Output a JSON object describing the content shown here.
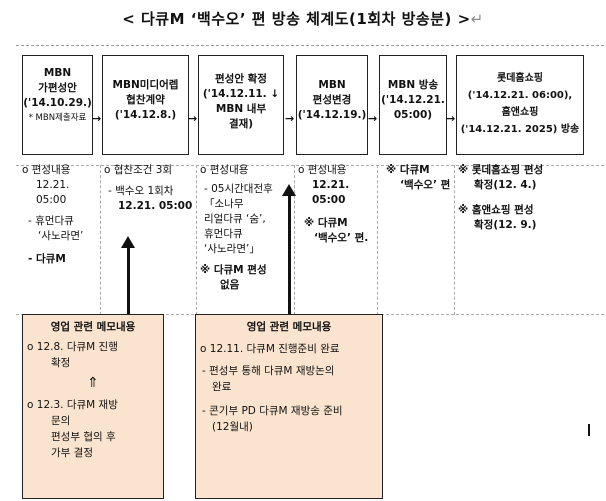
{
  "title": "< 다큐M ‘백수오’ 편 방송 체계도(1회차 방송분) >",
  "para_mark": "↵",
  "boxes": [
    {
      "lines": [
        "MBN",
        "가편성안",
        "('14.10.29.)"
      ],
      "note": "* MBN제출자료"
    },
    {
      "lines": [
        "MBN미디어렙",
        "협찬계약",
        "('14.12.8.)"
      ]
    },
    {
      "lines": [
        "편성안 확정",
        "('14.12.11. ↓",
        "MBN 내부",
        "결재)"
      ]
    },
    {
      "lines": [
        "MBN",
        "편성변경",
        "('14.12.19.)"
      ]
    },
    {
      "lines": [
        "MBN 방송",
        "('14.12.21.",
        "05:00)"
      ]
    },
    {
      "lines": [
        "롯데홈쇼핑",
        "('14.12.21. 06:00),",
        "홈앤쇼핑",
        "('14.12.21. 2025) 방송"
      ]
    }
  ],
  "arrow_glyph": "→",
  "col1": {
    "item1": "o 편성내용",
    "item1b": "12.21. 05:00",
    "item2": "- 휴먼다큐",
    "item2b": "‘사노라면’",
    "item3": "- 다큐M"
  },
  "col2": {
    "item1": "o 협찬조건 3회",
    "item2": "- 백수오 1회차",
    "item2b": "12.21. 05:00"
  },
  "col3": {
    "item1": "o 편성내용",
    "item2": "- 05시간대전후",
    "item2b": "「소나무",
    "item2c": "리얼다큐 ‘숨’,",
    "item2d": "휴먼다큐",
    "item2e": "‘사노라면’」",
    "item3": "※ 다큐M 편성",
    "item3b": "없음"
  },
  "col4": {
    "item1": "o 편성내용",
    "item1b": "12.21. 05:00",
    "item2": "※ 다큐M",
    "item2b": "‘백수오’ 편."
  },
  "col5": {
    "item1": "※ 다큐M",
    "item1b": "‘백수오’ 편"
  },
  "col6": {
    "item1": "※ 롯데홈쇼핑 편성",
    "item1b": "확정(12. 4.)",
    "item2": "※ 홈앤쇼핑 편성",
    "item2b": "확정(12. 9.)"
  },
  "memo1": {
    "title": "영업 관련 메모내용",
    "item1": "o 12.8. 다큐M 진행",
    "item1b": "확정",
    "up": "⇑",
    "item2": "o 12.3. 다큐M 재방",
    "item2b": "문의",
    "item2c": "편성부 협의 후",
    "item2d": "가부 결정"
  },
  "memo2": {
    "title": "영업 관련 메모내용",
    "item1": "o 12.11. 다큐M 진행준비 완료",
    "item2": "- 편성부 통해 다큐M 재방논의",
    "item2b": "완료",
    "item3": "- 콘기부 PD 다큐M 재방송 준비",
    "item3b": "(12월내)"
  }
}
